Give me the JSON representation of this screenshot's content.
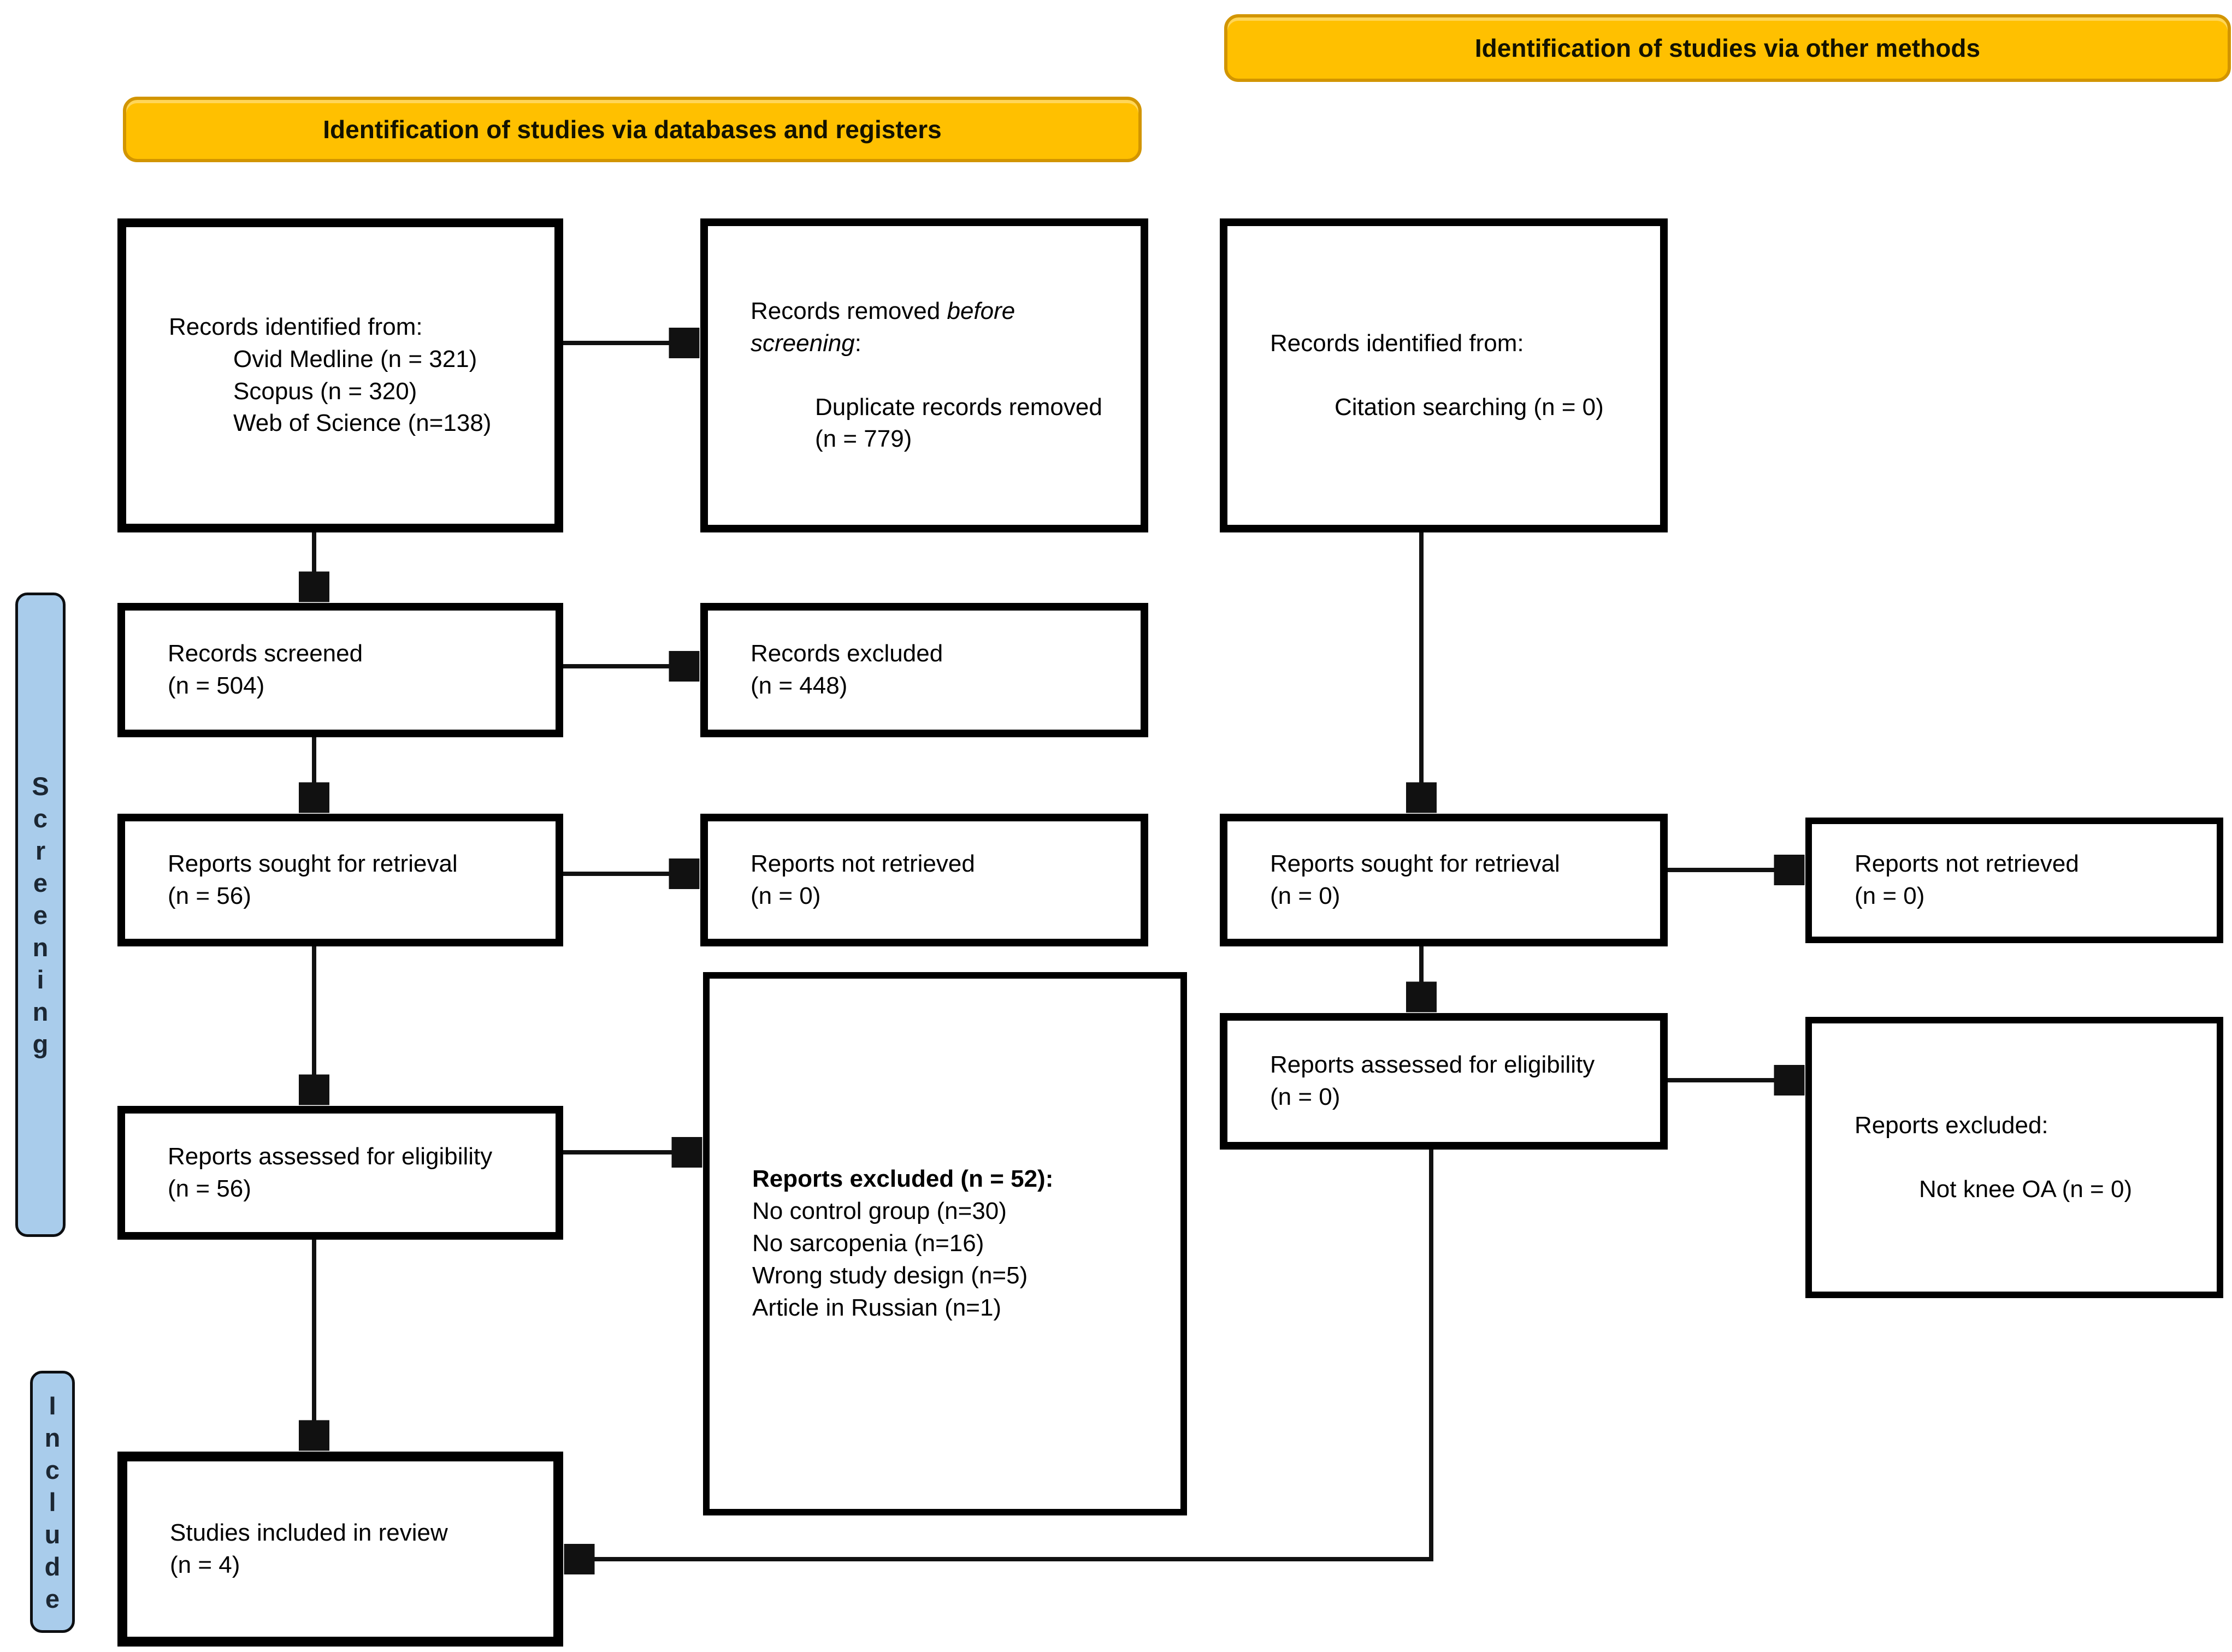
{
  "banners": {
    "databases": "Identification of studies via databases and registers",
    "other_methods": "Identification of studies via other methods"
  },
  "side_labels": {
    "screening": "Screening",
    "include": "Include"
  },
  "colors": {
    "banner_fill": "#FFC000",
    "banner_border": "#D29500",
    "side_label_fill": "#A9CCEB",
    "line_color": "#111111"
  },
  "flow": {
    "databases": {
      "identified": {
        "title": "Records identified from:",
        "items": [
          "Ovid Medline (n = 321)",
          "Scopus (n = 320)",
          "Web of Science (n=138)"
        ]
      },
      "removed_before_screening": {
        "line1_normal": "Records removed ",
        "line1_italic": "before",
        "line2_italic": "screening",
        "line2_suffix": ":",
        "item_line1": "Duplicate records removed",
        "item_line2": "(n = 779)"
      },
      "screened": {
        "label": "Records screened",
        "count": "(n = 504)"
      },
      "records_excluded": {
        "label": "Records excluded",
        "count": "(n = 448)"
      },
      "sought": {
        "label": "Reports sought for retrieval",
        "count": "(n = 56)"
      },
      "not_retrieved": {
        "label": "Reports not retrieved",
        "count": "(n = 0)"
      },
      "assessed": {
        "label": "Reports assessed for eligibility",
        "count": "(n = 56)"
      },
      "reports_excluded": {
        "title": "Reports excluded (n = 52):",
        "items": [
          "No control group (n=30)",
          "No sarcopenia (n=16)",
          "Wrong study design (n=5)",
          "Article in Russian (n=1)"
        ]
      },
      "included": {
        "label": "Studies included in review",
        "count": "(n = 4)"
      }
    },
    "other_methods": {
      "identified": {
        "title": "Records identified from:",
        "item": "Citation searching (n = 0)"
      },
      "sought": {
        "label": "Reports sought for retrieval",
        "count": "(n = 0)"
      },
      "not_retrieved": {
        "label": "Reports not retrieved",
        "count": "(n = 0)"
      },
      "assessed": {
        "label": "Reports assessed for eligibility",
        "count": "(n = 0)"
      },
      "reports_excluded": {
        "title": "Reports excluded:",
        "item": "Not knee OA (n = 0)"
      }
    }
  }
}
